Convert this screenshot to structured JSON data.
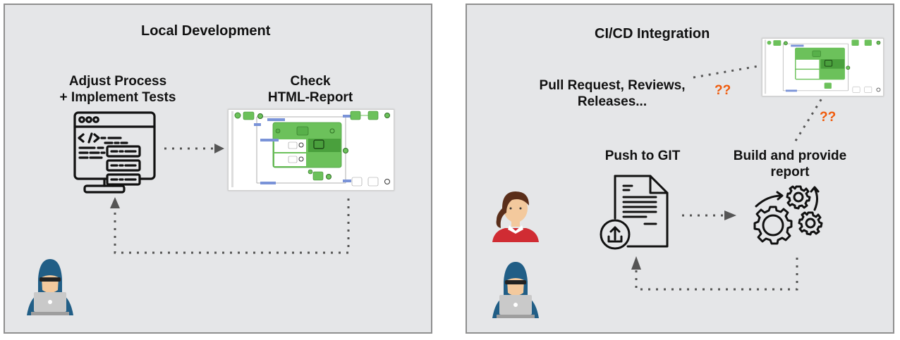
{
  "left_panel": {
    "title": "Local Development",
    "step1_label_line1": "Adjust Process",
    "step1_label_line2": "+ Implement Tests",
    "step2_label_line1": "Check",
    "step2_label_line2": "HTML-Report",
    "icons": {
      "code_editor": "code-editor-icon",
      "report": "bpmn-report-thumbnail",
      "developer": "hooded-developer-icon"
    }
  },
  "right_panel": {
    "title": "CI/CD Integration",
    "pr_label_line1": "Pull Request, Reviews,",
    "pr_label_line2": "Releases...",
    "question_marks_1": "??",
    "question_marks_2": "??",
    "push_label": "Push to GIT",
    "build_label_line1": "Build and provide",
    "build_label_line2": "report",
    "icons": {
      "push": "document-upload-icon",
      "build": "gears-icon",
      "reviewer": "woman-avatar-icon",
      "developer": "hooded-developer-icon",
      "report": "bpmn-report-thumbnail"
    }
  },
  "colors": {
    "panel_bg": "#e5e6e8",
    "panel_border": "#8f8f8f",
    "accent_orange": "#f05a0a",
    "bpmn_green": "#6cc15b",
    "connector": "#555555"
  }
}
